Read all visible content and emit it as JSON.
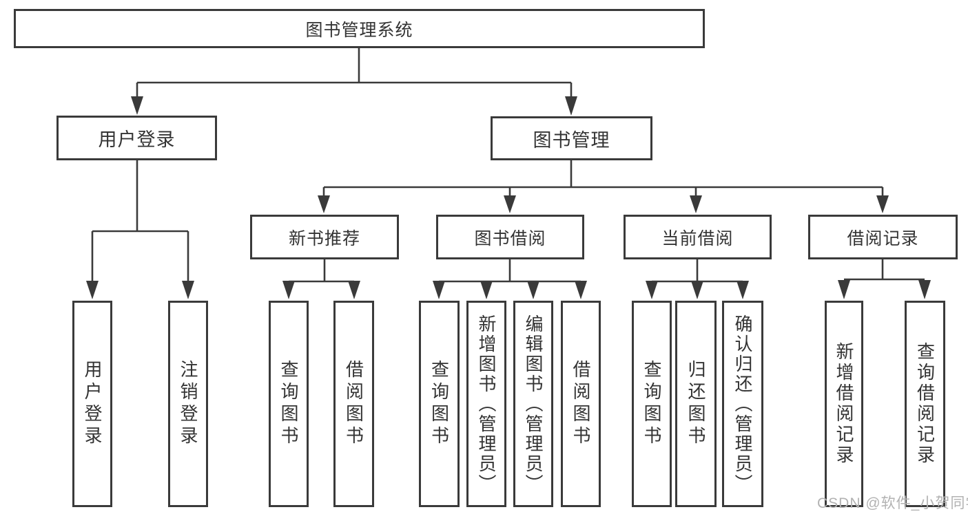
{
  "diagram": {
    "title": "图书管理系统",
    "branches": {
      "user_login": {
        "label": "用户登录",
        "children": [
          "用户登录",
          "注销登录"
        ]
      },
      "book_management": {
        "label": "图书管理",
        "modules": [
          {
            "label": "新书推荐",
            "children": [
              "查询图书",
              "借阅图书"
            ]
          },
          {
            "label": "图书借阅",
            "children": [
              "查询图书",
              "新增图书（管理员）",
              "编辑图书（管理员）",
              "借阅图书"
            ]
          },
          {
            "label": "当前借阅",
            "children": [
              "查询图书",
              "归还图书",
              "确认归还（管理员）"
            ]
          },
          {
            "label": "借阅记录",
            "children": [
              "新增借阅记录",
              "查询借阅记录"
            ]
          }
        ]
      }
    }
  },
  "watermark": "CSDN @软件_小贺同学",
  "colors": {
    "line": "#3a3a3a",
    "text": "#333333",
    "watermark": "#b2b2b2",
    "background": "#ffffff"
  }
}
